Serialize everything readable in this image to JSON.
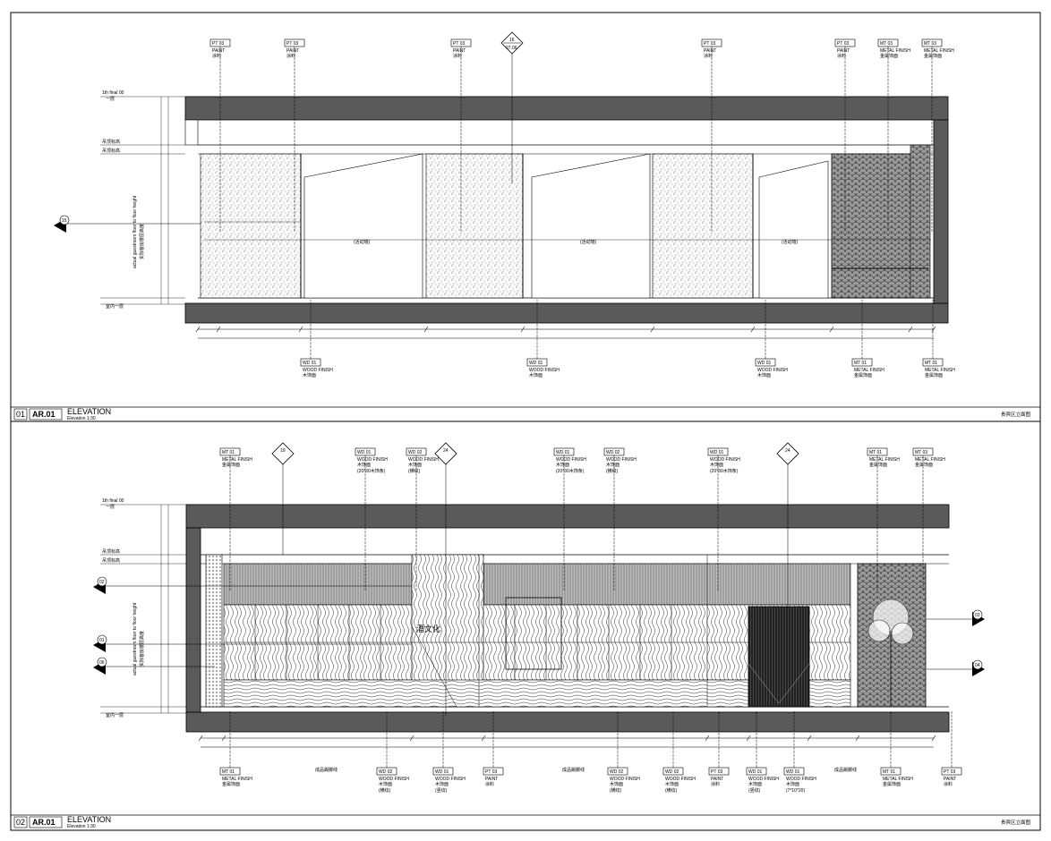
{
  "sheet": {
    "border_color": "#000000",
    "panel_fill": "#5a5a5a",
    "panel_dark": "#3c3c3c"
  },
  "panel1": {
    "number": "01",
    "code": "AR.01",
    "title": "ELEVATION",
    "scale": "Elevation 1:30",
    "right_title": "贵宾区立面图",
    "level_labels": [
      "1th final 00",
      "一层",
      "吊顶标高",
      "吊顶标高",
      "室内一层"
    ],
    "side_text": "actual guestroom floor to floor height",
    "side_text_cn": "实际客房楼层高度",
    "callout_left": "15",
    "callout_mid": "16",
    "callout_mid_sub": "07.06",
    "tags_top": [
      {
        "code": "PT 03",
        "line1": "PAINT",
        "line2": "涂料"
      },
      {
        "code": "PT 03",
        "line1": "PAINT",
        "line2": "涂料"
      },
      {
        "code": "PT 03",
        "line1": "PAINT",
        "line2": "涂料"
      },
      {
        "code": "PT 03",
        "line1": "PAINT",
        "line2": "涂料"
      },
      {
        "code": "PT 03",
        "line1": "PAINT",
        "line2": "涂料"
      },
      {
        "code": "MT 03",
        "line1": "METAL FINISH",
        "line2": "金属饰面"
      },
      {
        "code": "MT 03",
        "line1": "METAL FINISH",
        "line2": "金属饰面"
      }
    ],
    "tags_bottom": [
      {
        "code": "WD 01",
        "line1": "WOOD FINISH",
        "line2": "木饰面"
      },
      {
        "code": "WD 01",
        "line1": "WOOD FINISH",
        "line2": "木饰面"
      },
      {
        "code": "WD 01",
        "line1": "WOOD FINISH",
        "line2": "木饰面"
      },
      {
        "code": "MT 01",
        "line1": "METAL FINISH",
        "line2": "金属饰面"
      },
      {
        "code": "MT 01",
        "line1": "METAL FINISH",
        "line2": "金属饰面"
      }
    ],
    "door_labels": [
      "(活动墙)",
      "(活动墙)",
      "(活动墙)"
    ]
  },
  "panel2": {
    "number": "02",
    "code": "AR.01",
    "title": "ELEVATION",
    "scale": "Elevation 1:30",
    "right_title": "贵宾区立面图",
    "level_labels": [
      "1th final 00",
      "一层",
      "吊顶标高",
      "吊顶标高",
      "室内一层"
    ],
    "side_text": "actual guestroom floor to floor height",
    "side_text_cn": "实际客房楼层高度",
    "wall_text": "酒文化",
    "callouts_top": [
      "19",
      "24",
      "24"
    ],
    "callouts_left": [
      "02",
      "01",
      "06"
    ],
    "callouts_right": [
      "03",
      "04"
    ],
    "tags_top": [
      {
        "code": "MT 01",
        "line1": "METAL FINISH",
        "line2": "金属饰面",
        "line3": ""
      },
      {
        "code": "WD 01",
        "line1": "WOOD FINISH",
        "line2": "木饰面",
        "line3": "(20*30木饰条)"
      },
      {
        "code": "WD 02",
        "line1": "WOOD FINISH",
        "line2": "木饰面",
        "line3": "(横纹)"
      },
      {
        "code": "WD 01",
        "line1": "WOOD FINISH",
        "line2": "木饰面",
        "line3": "(20*30木饰条)"
      },
      {
        "code": "WD 02",
        "line1": "WOOD FINISH",
        "line2": "木饰面",
        "line3": "(横纹)"
      },
      {
        "code": "WD 01",
        "line1": "WOOD FINISH",
        "line2": "木饰面",
        "line3": "(20*30木饰条)"
      },
      {
        "code": "MT 01",
        "line1": "METAL FINISH",
        "line2": "金属饰面",
        "line3": ""
      },
      {
        "code": "MT 03",
        "line1": "METAL FINISH",
        "line2": "金属饰面",
        "line3": ""
      }
    ],
    "tags_bottom": [
      {
        "code": "MT 01",
        "line1": "METAL FINISH",
        "line2": "金属饰面",
        "line3": ""
      },
      {
        "code": "WD 02",
        "line1": "WOOD FINISH",
        "line2": "木饰面",
        "line3": "(横纹)"
      },
      {
        "code": "WD 01",
        "line1": "WOOD FINISH",
        "line2": "木饰面",
        "line3": "(竖纹)"
      },
      {
        "code": "PT 03",
        "line1": "PAINT",
        "line2": "涂料",
        "line3": ""
      },
      {
        "code": "WD 02",
        "line1": "WOOD FINISH",
        "line2": "木饰面",
        "line3": "(横纹)"
      },
      {
        "code": "WD 02",
        "line1": "WOOD FINISH",
        "line2": "木饰面",
        "line3": "(横纹)"
      },
      {
        "code": "PT 03",
        "line1": "PAINT",
        "line2": "涂料",
        "line3": ""
      },
      {
        "code": "WD 01",
        "line1": "WOOD FINISH",
        "line2": "木饰面",
        "line3": "(竖纹)"
      },
      {
        "code": "WD 01",
        "line1": "WOOD FINISH",
        "line2": "木饰面",
        "line3": "(7*10*20)"
      },
      {
        "code": "MT 01",
        "line1": "METAL FINISH",
        "line2": "金属饰面",
        "line3": ""
      },
      {
        "code": "PT 03",
        "line1": "PAINT",
        "line2": "涂料",
        "line3": ""
      }
    ],
    "notes_bottom": [
      "成品踢脚线",
      "成品踢脚线",
      "成品踢脚线"
    ]
  }
}
